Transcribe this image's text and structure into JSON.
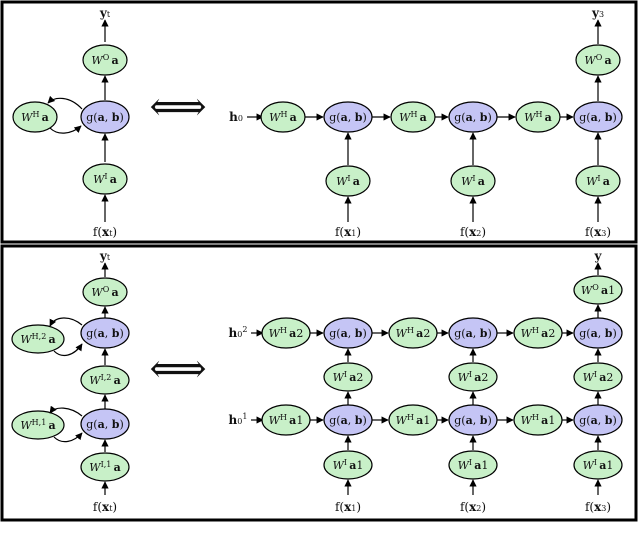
{
  "colors": {
    "green": "#c8f0c8",
    "blue": "#c5c5f5",
    "stroke": "#000000"
  },
  "top": {
    "y_t": "y_t",
    "y3": "y_3",
    "h0": "h_0",
    "fx_t": "f(x_t)",
    "fx1": "f(x_1)",
    "fx2": "f(x_2)",
    "fx3": "f(x_3)",
    "wo": "W^O a",
    "wh": "W^H a",
    "g": "g(a, b)",
    "wi": "W^I a",
    "equiv": "⟺"
  },
  "bottom": {
    "y_t": "y_t",
    "y": "y",
    "h02": "h_0^2",
    "h01": "h_0^1",
    "fx_t": "f(x_t)",
    "fx1": "f(x_1)",
    "fx2": "f(x_2)",
    "fx3": "f(x_3)",
    "wo_left": "W^O a",
    "wo_right": "W^O a1",
    "wh2_left": "W^{H,2} a",
    "wh1_left": "W^{H,1} a",
    "wi2_left": "W^{I,2} a",
    "wi1_left": "W^{I,1} a",
    "g": "g(a, b)",
    "wh2": "W^H a2",
    "wh1": "W^H a1",
    "wi2": "W^I a2",
    "wi1": "W^I a1",
    "equiv": "⟺"
  }
}
